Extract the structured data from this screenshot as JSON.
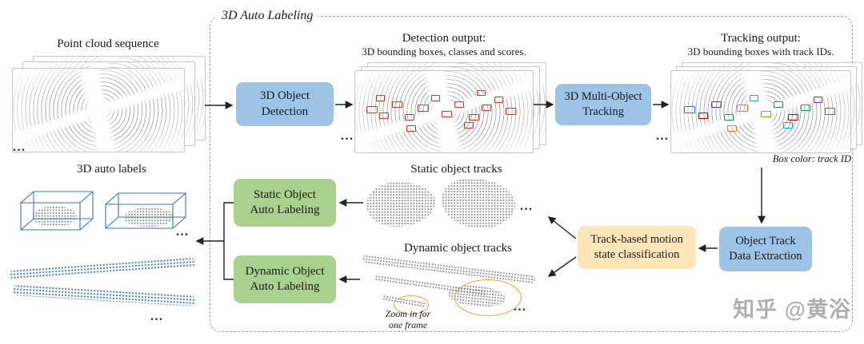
{
  "title": "3D Auto Labeling",
  "ellipsis": "...",
  "labels": {
    "point_cloud_sequence": "Point cloud sequence",
    "auto_labels": "3D auto labels",
    "detection_output_title": "Detection output:",
    "detection_output_sub": "3D bounding boxes, classes and scores.",
    "tracking_output_title": "Tracking output:",
    "tracking_output_sub": "3D bounding boxes with track IDs.",
    "box_color_note": "Box color: track ID",
    "static_tracks": "Static object tracks",
    "dynamic_tracks": "Dynamic object tracks",
    "zoom_note": "Zoom in for\none frame"
  },
  "nodes": {
    "detection": "3D Object\nDetection",
    "tracking": "3D Multi-Object\nTracking",
    "extraction": "Object Track\nData Extraction",
    "motion": "Track-based motion\nstate classification",
    "static_labeling": "Static Object\nAuto Labeling",
    "dynamic_labeling": "Dynamic Object\nAuto Labeling"
  },
  "colors": {
    "process_blue": "#9DC3E6",
    "labeling_green": "#A9D18E",
    "classification_orange": "#FFE6B9",
    "detection_box_red": "#D03A2B",
    "annotation_orange": "#E4A23C",
    "track_label_blue": "#3B74BC"
  },
  "watermark": "知乎 @黄浴"
}
